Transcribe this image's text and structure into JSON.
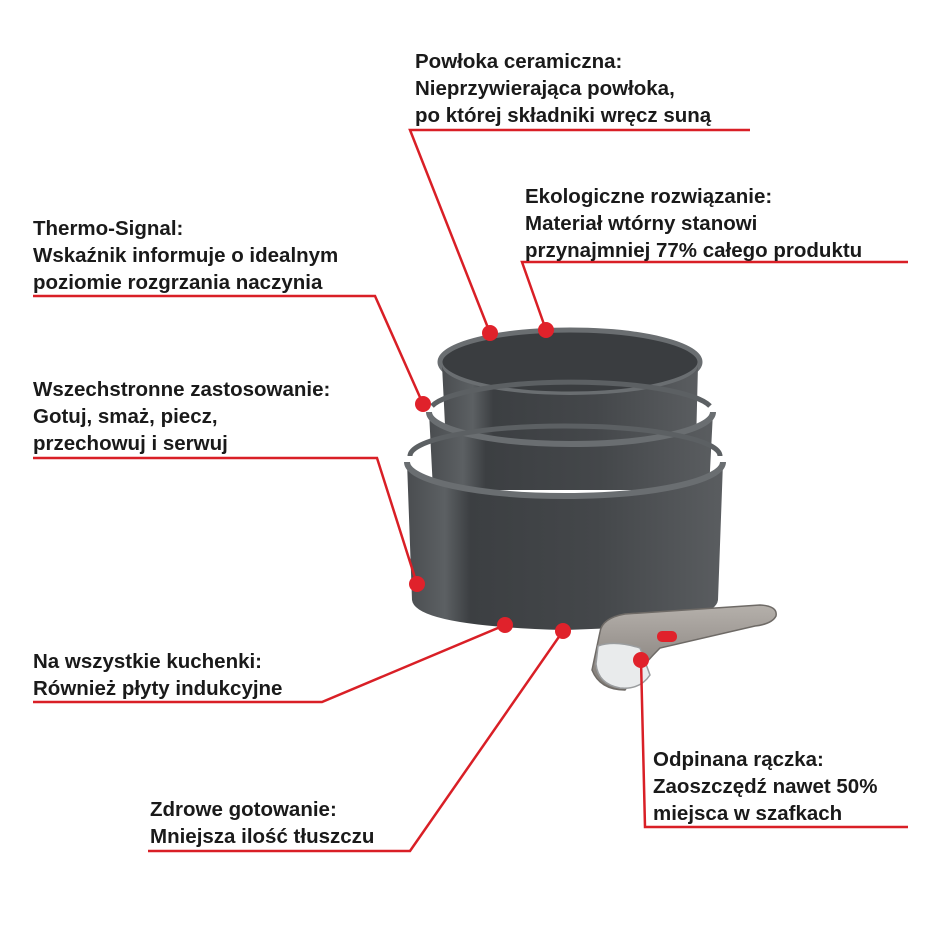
{
  "accent_color": "#d91f26",
  "callouts": {
    "coating": {
      "lines": [
        "Powłoka ceramiczna:",
        "Nieprzywierająca powłoka,",
        "po której składniki wręcz suną"
      ]
    },
    "eco": {
      "lines": [
        "Ekologiczne rozwiązanie:",
        "Materiał wtórny stanowi",
        "przynajmniej 77% całego produktu"
      ]
    },
    "thermo": {
      "lines": [
        "Thermo-Signal:",
        "Wskaźnik informuje o idealnym",
        "poziomie rozgrzania naczynia"
      ]
    },
    "versatile": {
      "lines": [
        "Wszechstronne zastosowanie:",
        "Gotuj, smaż, piecz,",
        "przechowuj i serwuj"
      ]
    },
    "hobs": {
      "lines": [
        "Na wszystkie kuchenki:",
        "Również płyty indukcyjne"
      ]
    },
    "healthy": {
      "lines": [
        "Zdrowe gotowanie:",
        "Mniejsza ilość tłuszczu"
      ]
    },
    "handle": {
      "lines": [
        "Odpinana rączka:",
        "Zaoszczędź nawet 50%",
        "miejsca w szafkach"
      ]
    }
  }
}
